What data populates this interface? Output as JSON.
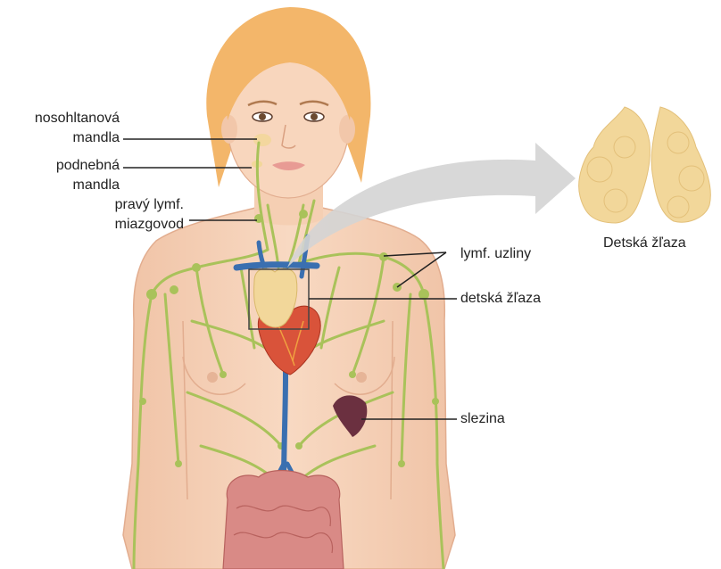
{
  "labels": {
    "nasopharyngeal_1": "nosohltanová",
    "nasopharyngeal_2": "mandla",
    "palatine_1": "podnebná",
    "palatine_2": "mandla",
    "duct_1": "pravý lymf.",
    "duct_2": "miazgovod",
    "lymph_nodes": "lymf. uzliny",
    "thymus": "detská žľaza",
    "spleen": "slezina",
    "inset_caption": "Detská žľaza"
  },
  "colors": {
    "skin": "#f6d2b8",
    "skin_shadow": "#e8b89a",
    "hair": "#f3b66a",
    "lymph": "#a9c25a",
    "vein": "#3a6fb0",
    "heart": "#d9533a",
    "thymus": "#f2d79a",
    "spleen": "#6b3040",
    "intestine": "#d98a86",
    "arrow": "#d4d4d4",
    "leader_line": "#222222"
  }
}
